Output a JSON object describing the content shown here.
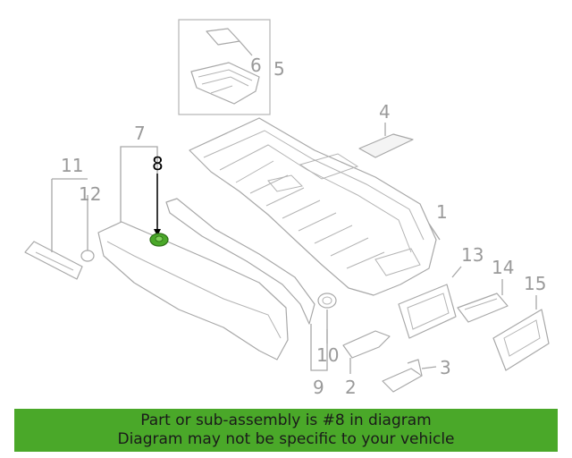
{
  "callouts": {
    "c1": "1",
    "c2": "2",
    "c3": "3",
    "c4": "4",
    "c5": "5",
    "c6": "6",
    "c7": "7",
    "c8": "8",
    "c9": "9",
    "c10": "10",
    "c11": "11",
    "c12": "12",
    "c13": "13",
    "c14": "14",
    "c15": "15"
  },
  "highlight": {
    "part": "8",
    "color": "#4aa829"
  },
  "banner": {
    "line1": "Part or sub-assembly is #8 in diagram",
    "line2": "Diagram may not be specific to your vehicle"
  }
}
